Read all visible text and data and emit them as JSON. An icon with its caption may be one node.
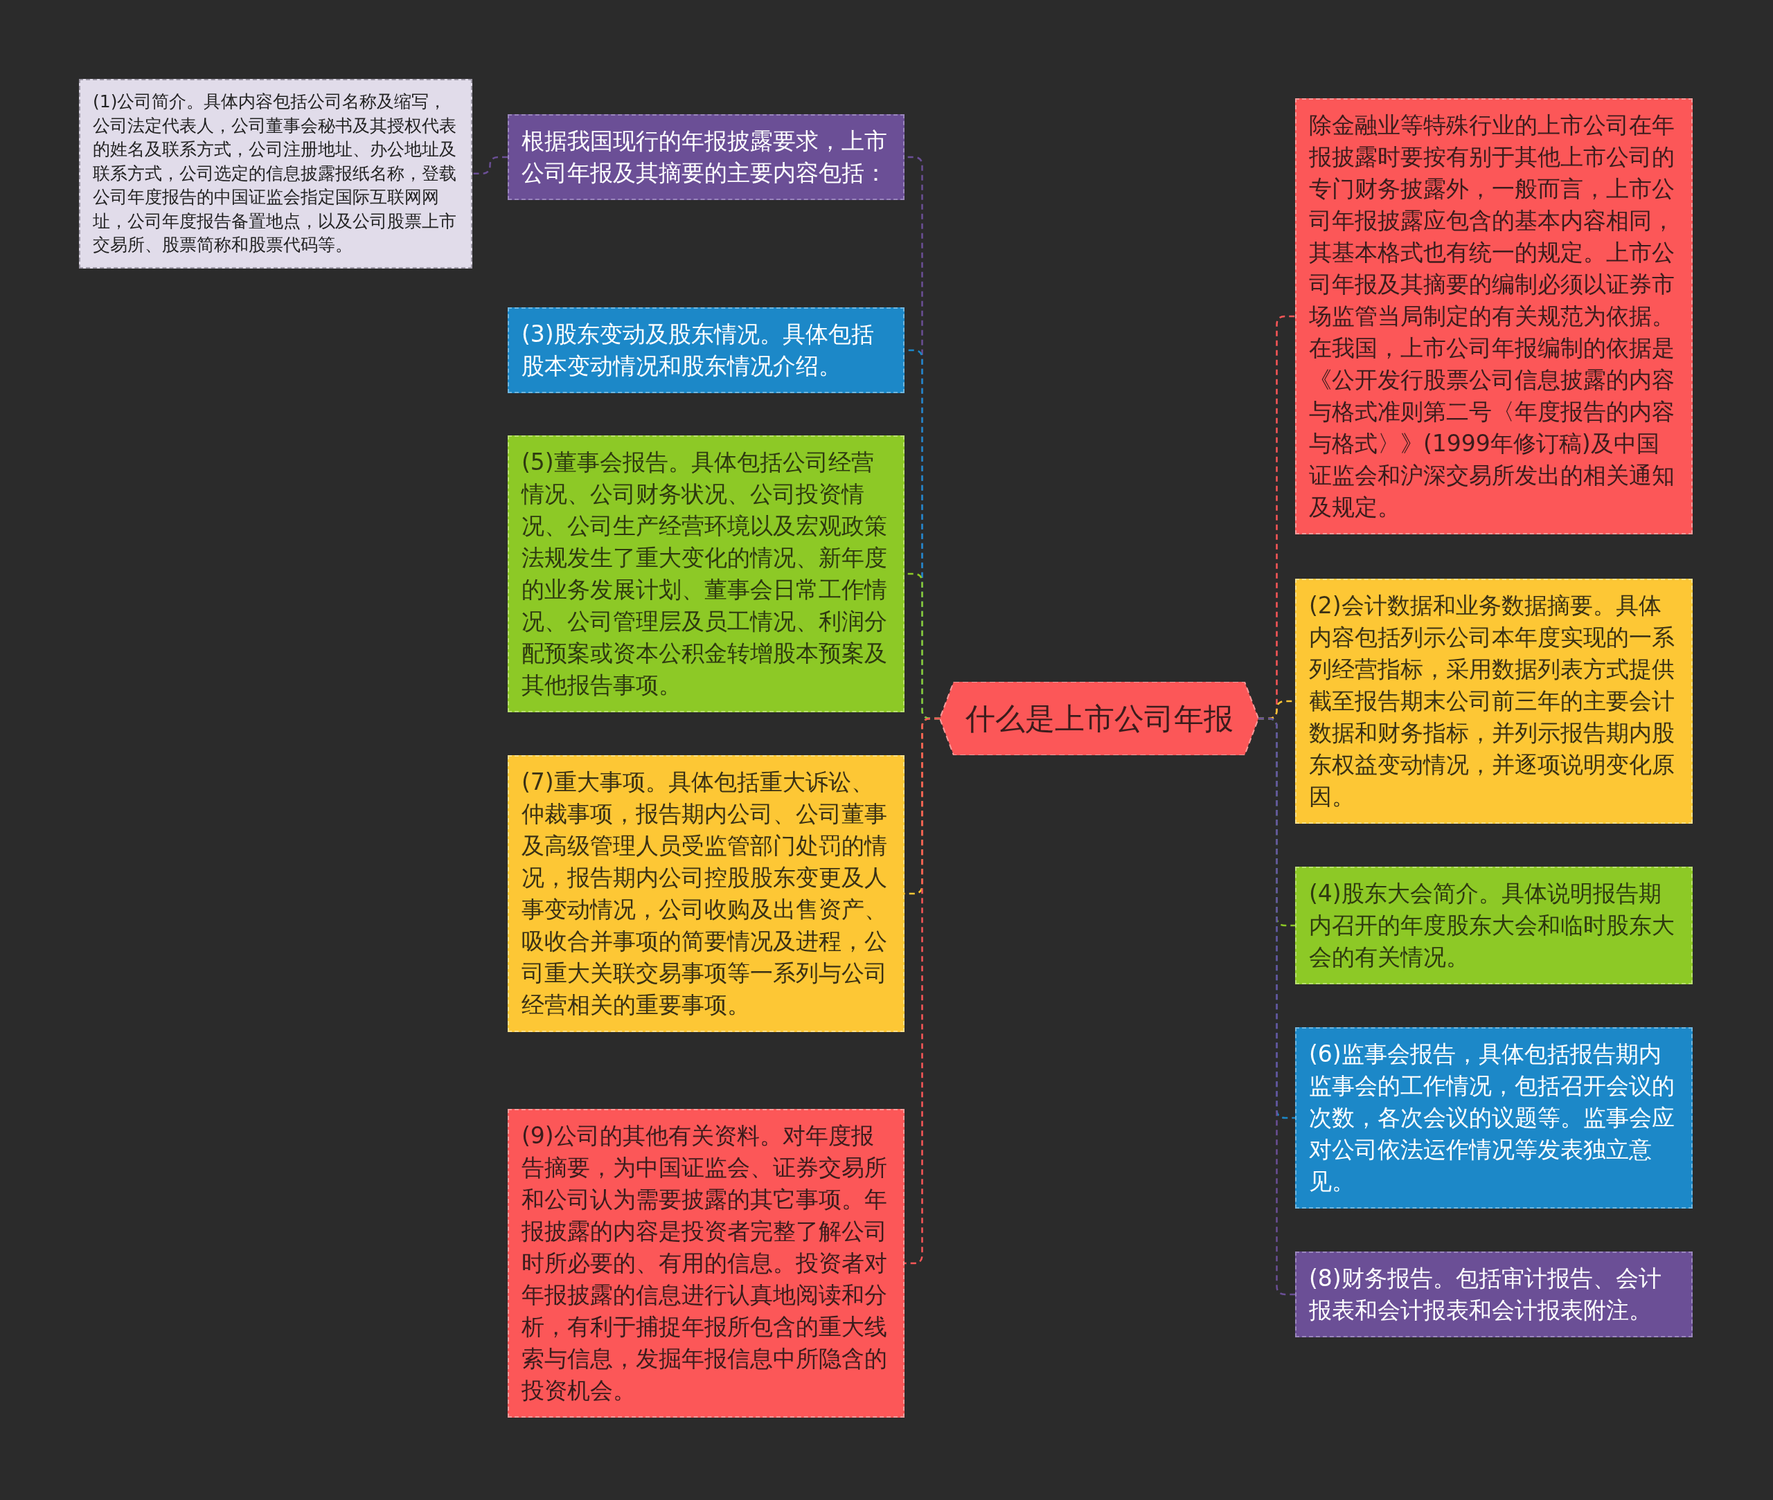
{
  "diagram": {
    "nodes": [
      {
        "text": [
          "什么是上市公司年报"
        ]
      },
      {
        "text": [
          "根据我国现行的年报披露要求，上市公司年报及其摘要的主要内容包括："
        ]
      },
      {
        "text": [
          "(1)公司简介。具体内容包括公司名称及缩写，公司法定代表人，公司董事会秘书及其授权代表的姓名及联系方式，公司注册地址、办公地址及联系方式，公司选定的信息披露报纸名称，登载公司年度报告的中国证监会指定国际互联网网址，公司年度报告备置地点，以及公司股票上市交易所、股票简称和股票代码等。"
        ]
      },
      {
        "text": [
          "(3)股东变动及股东情况。具体包括股本变动情况和股东情况介绍。"
        ]
      },
      {
        "text": [
          "(5)董事会报告。具体包括公司经营情况、公司财务状况、公司投资情况、公司生产经营环境以及宏观政策法规发生了重大变化的情况、新年度的业务发展计划、董事会日常工作情况、公司管理层及员工情况、利润分配预案或资本公积金转增股本预案及其他报告事项。"
        ]
      },
      {
        "text": [
          "(7)重大事项。具体包括重大诉讼、仲裁事项，报告期内公司、公司董事及高级管理人员受监管部门处罚的情况，报告期内公司控股股东变更及人事变动情况，公司收购及出售资产、吸收合并事项的简要情况及进程，公司重大关联交易事项等一系列与公司经营相关的重要事项。"
        ]
      },
      {
        "text": [
          "(9)公司的其他有关资料。对年度报告摘要，为中国证监会、证券交易所和公司认为需要披露的其它事项。年报披露的内容是投资者完整了解公司时所必要的、有用的信息。投资者对年报披露的信息进行认真地阅读和分析，有利于捕捉年报所包含的重大线索与信息，发掘年报信息中所隐含的投资机会。"
        ]
      },
      {
        "text": [
          "除金融业等特殊行业的上市公司在年报披露时要按有别于其他上市公司的专门财务披露外，一般而言，上市公司年报披露应包含的基本内容相同，其基本格式也有统一的规定。上市公司年报及其摘要的编制必须以证券市场监管当局制定的有关规范为依据。在我国，上市公司年报编制的依据是《公开发行股票公司信息披露的内容与格式准则第二号〈年度报告的内容与格式〉》(1999年修订稿)及中国证监会和沪深交易所发出的相关通知及规定。"
        ]
      },
      {
        "text": [
          "(2)会计数据和业务数据摘要。具体内容包括列示公司本年度实现的一系列经营指标，采用数据列表方式提供截至报告期末公司前三年的主要会计数据和财务指标，并列示报告期内股东权益变动情况，并逐项说明变化原因。"
        ]
      },
      {
        "text": [
          "(4)股东大会简介。具体说明报告期内召开的年度股东大会和临时股东大会的有关情况。"
        ]
      },
      {
        "text": [
          "(6)监事会报告，具体包括报告期内监事会的工作情况，包括召开会议的次数，各次会议的议题等。监事会应对公司依法运作情况等发表独立意见。"
        ]
      },
      {
        "text": [
          "(8)财务报告。包括审计报告、会计报表和会计报表和会计报表附注。"
        ]
      }
    ],
    "edges": [
      {
        "from": 0,
        "to": 1,
        "arrow": "none",
        "style": "dashed",
        "color": "#6b4f96"
      },
      {
        "from": 1,
        "to": 2,
        "arrow": "none",
        "style": "dashed",
        "color": "#6b4f96"
      },
      {
        "from": 0,
        "to": 3,
        "arrow": "none",
        "style": "dashed",
        "color": "#1c88c8"
      },
      {
        "from": 0,
        "to": 4,
        "arrow": "none",
        "style": "dashed",
        "color": "#8dc926"
      },
      {
        "from": 0,
        "to": 5,
        "arrow": "none",
        "style": "dashed",
        "color": "#fdc735"
      },
      {
        "from": 0,
        "to": 6,
        "arrow": "none",
        "style": "dashed",
        "color": "#fc5758"
      },
      {
        "from": 0,
        "to": 7,
        "arrow": "none",
        "style": "dashed",
        "color": "#fc5758"
      },
      {
        "from": 0,
        "to": 8,
        "arrow": "none",
        "style": "dashed",
        "color": "#fdc735"
      },
      {
        "from": 0,
        "to": 9,
        "arrow": "none",
        "style": "dashed",
        "color": "#8dc926"
      },
      {
        "from": 0,
        "to": 10,
        "arrow": "none",
        "style": "dashed",
        "color": "#1c88c8"
      },
      {
        "from": 0,
        "to": 11,
        "arrow": "none",
        "style": "dashed",
        "color": "#6b4f96"
      }
    ]
  }
}
